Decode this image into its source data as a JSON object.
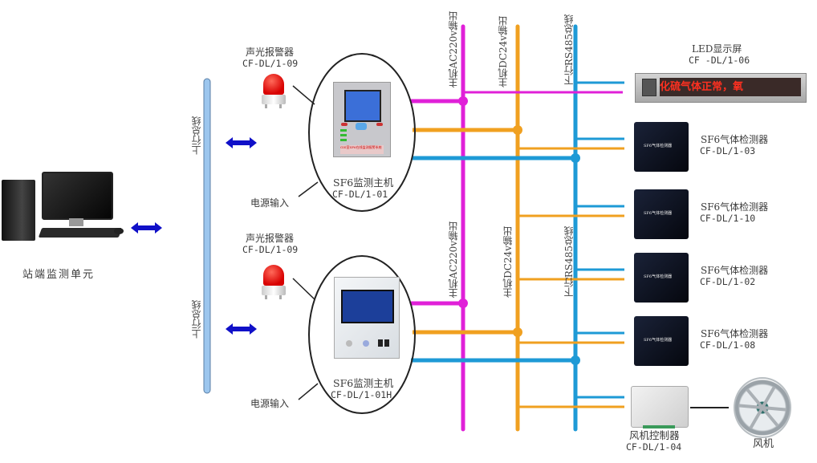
{
  "diagram": {
    "station_unit": {
      "label": "站端监测单元"
    },
    "uplink_bus": {
      "label_top": "上行总线",
      "label_bottom": "上行总线",
      "color": "#7eb4e8"
    },
    "hosts": [
      {
        "name": "SF6监测主机",
        "model": "CF-DL/1-01",
        "panel_text": "GIS室SF6在线监测报警系统",
        "power_label": "电源输入",
        "alarm": {
          "name": "声光报警器",
          "model": "CF-DL/1-09"
        }
      },
      {
        "name": "SF6监测主机",
        "model": "CF-DL/1-01H",
        "power_label": "电源输入",
        "alarm": {
          "name": "声光报警器",
          "model": "CF-DL/1-09"
        }
      }
    ],
    "buses": [
      {
        "id": "ac220",
        "label": "主机AC220v输出",
        "color": "#e020d8"
      },
      {
        "id": "dc24",
        "label": "主机DC24v输出",
        "color": "#f0a020"
      },
      {
        "id": "rs485",
        "label": "下行RS485总线",
        "color": "#1e9ad6"
      }
    ],
    "devices": [
      {
        "name": "LED显示屏",
        "model": "CF -DL/1-06",
        "display_text": "化硫气体正常，氧"
      },
      {
        "name": "SF6气体检测器",
        "model": "CF-DL/1-03"
      },
      {
        "name": "SF6气体检测器",
        "model": "CF-DL/1-10"
      },
      {
        "name": "SF6气体检测器",
        "model": "CF-DL/1-02"
      },
      {
        "name": "SF6气体检测器",
        "model": "CF-DL/1-08"
      },
      {
        "name": "风机控制器",
        "model": "CF-DL/1-04"
      }
    ],
    "fan": {
      "label": "风机"
    },
    "detector_face_text": "SF6气体检测器"
  }
}
